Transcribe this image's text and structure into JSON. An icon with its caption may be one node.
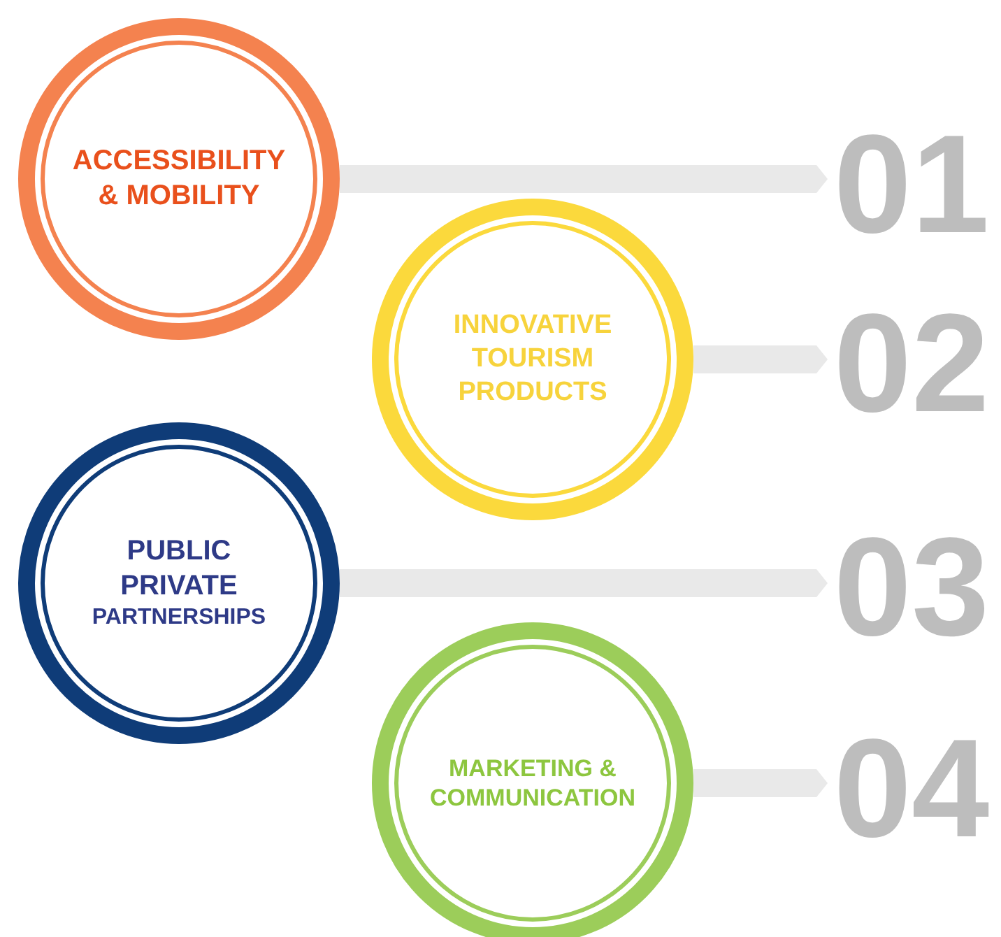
{
  "diagram": {
    "nodes": [
      {
        "text": [
          "ACCESSIBILITY & MOBILITY"
        ]
      },
      {
        "text": [
          "INNOVATIVE TOURISM PRODUCTS"
        ]
      },
      {
        "text": [
          "PUBLIC PRIVATE",
          "PARTNERSHIPS"
        ]
      },
      {
        "text": [
          "MARKETING & COMMUNICATION"
        ]
      },
      {
        "text": [
          "01"
        ]
      },
      {
        "text": [
          "02"
        ]
      },
      {
        "text": [
          "03"
        ]
      },
      {
        "text": [
          "04"
        ]
      }
    ],
    "edges": [
      {
        "from": 0,
        "to": 4,
        "arrow": "to"
      },
      {
        "from": 1,
        "to": 5,
        "arrow": "to"
      },
      {
        "from": 2,
        "to": 6,
        "arrow": "to"
      },
      {
        "from": 3,
        "to": 7,
        "arrow": "to"
      }
    ]
  }
}
